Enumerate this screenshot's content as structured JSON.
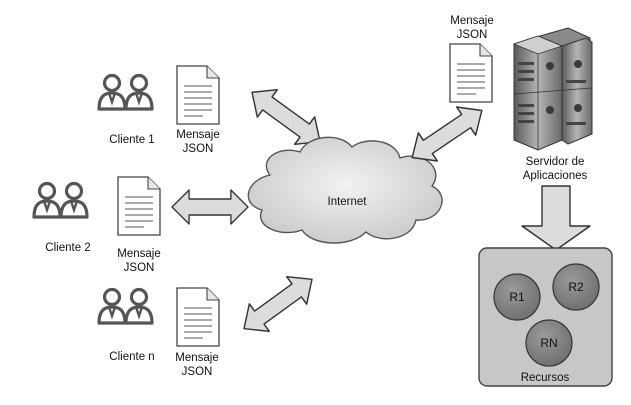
{
  "clients": [
    {
      "name": "Cliente 1",
      "message": [
        "Mensaje",
        "JSON"
      ]
    },
    {
      "name": "Cliente 2",
      "message": [
        "Mensaje",
        "JSON"
      ]
    },
    {
      "name": "Cliente n",
      "message": [
        "Mensaje",
        "JSON"
      ]
    }
  ],
  "internet": {
    "label": "Internet"
  },
  "server": {
    "label": [
      "Servidor de",
      "Aplicaciones"
    ],
    "message": [
      "Mensaje",
      "JSON"
    ]
  },
  "resources": {
    "label": "Recursos",
    "items": [
      "R1",
      "R2",
      "RN"
    ]
  },
  "icons": {
    "user": "users-icon",
    "document": "document-icon",
    "server": "server-icon",
    "cloud": "cloud-icon",
    "arrow": "double-arrow-icon"
  },
  "colors": {
    "arrow_fill": "#d9d9d9",
    "cloud_fill": "#d4d4d4",
    "resource_box": "#c8c8c8",
    "resource_circle": "#7a7a7a"
  }
}
